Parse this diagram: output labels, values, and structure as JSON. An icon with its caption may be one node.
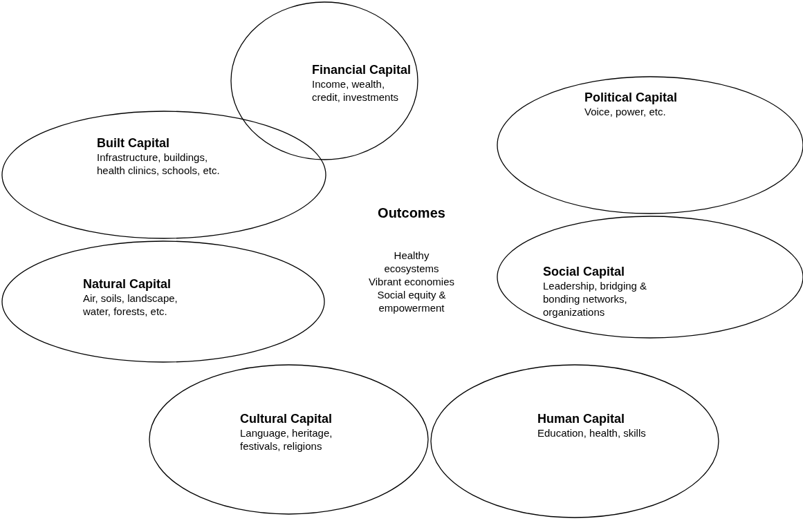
{
  "diagram": {
    "nodes": [
      {
        "text": [
          "Financial Capital",
          "Income, wealth, credit, investments"
        ]
      },
      {
        "text": [
          "Political Capital",
          "Voice, power, etc."
        ]
      },
      {
        "text": [
          "Built Capital",
          "Infrastructure, buildings, health clinics, schools, etc."
        ]
      },
      {
        "text": [
          "Social Capital",
          "Leadership, bridging & bonding networks, organizations"
        ]
      },
      {
        "text": [
          "Natural Capital",
          "Air, soils, landscape, water, forests, etc."
        ]
      },
      {
        "text": [
          "Cultural Capital",
          "Language, heritage, festivals, religions"
        ]
      },
      {
        "text": [
          "Human Capital",
          "Education, health, skills"
        ]
      }
    ],
    "labels": [
      "Outcomes",
      "Healthy ecosystems",
      "Vibrant economies",
      "Social equity & empowerment"
    ]
  }
}
